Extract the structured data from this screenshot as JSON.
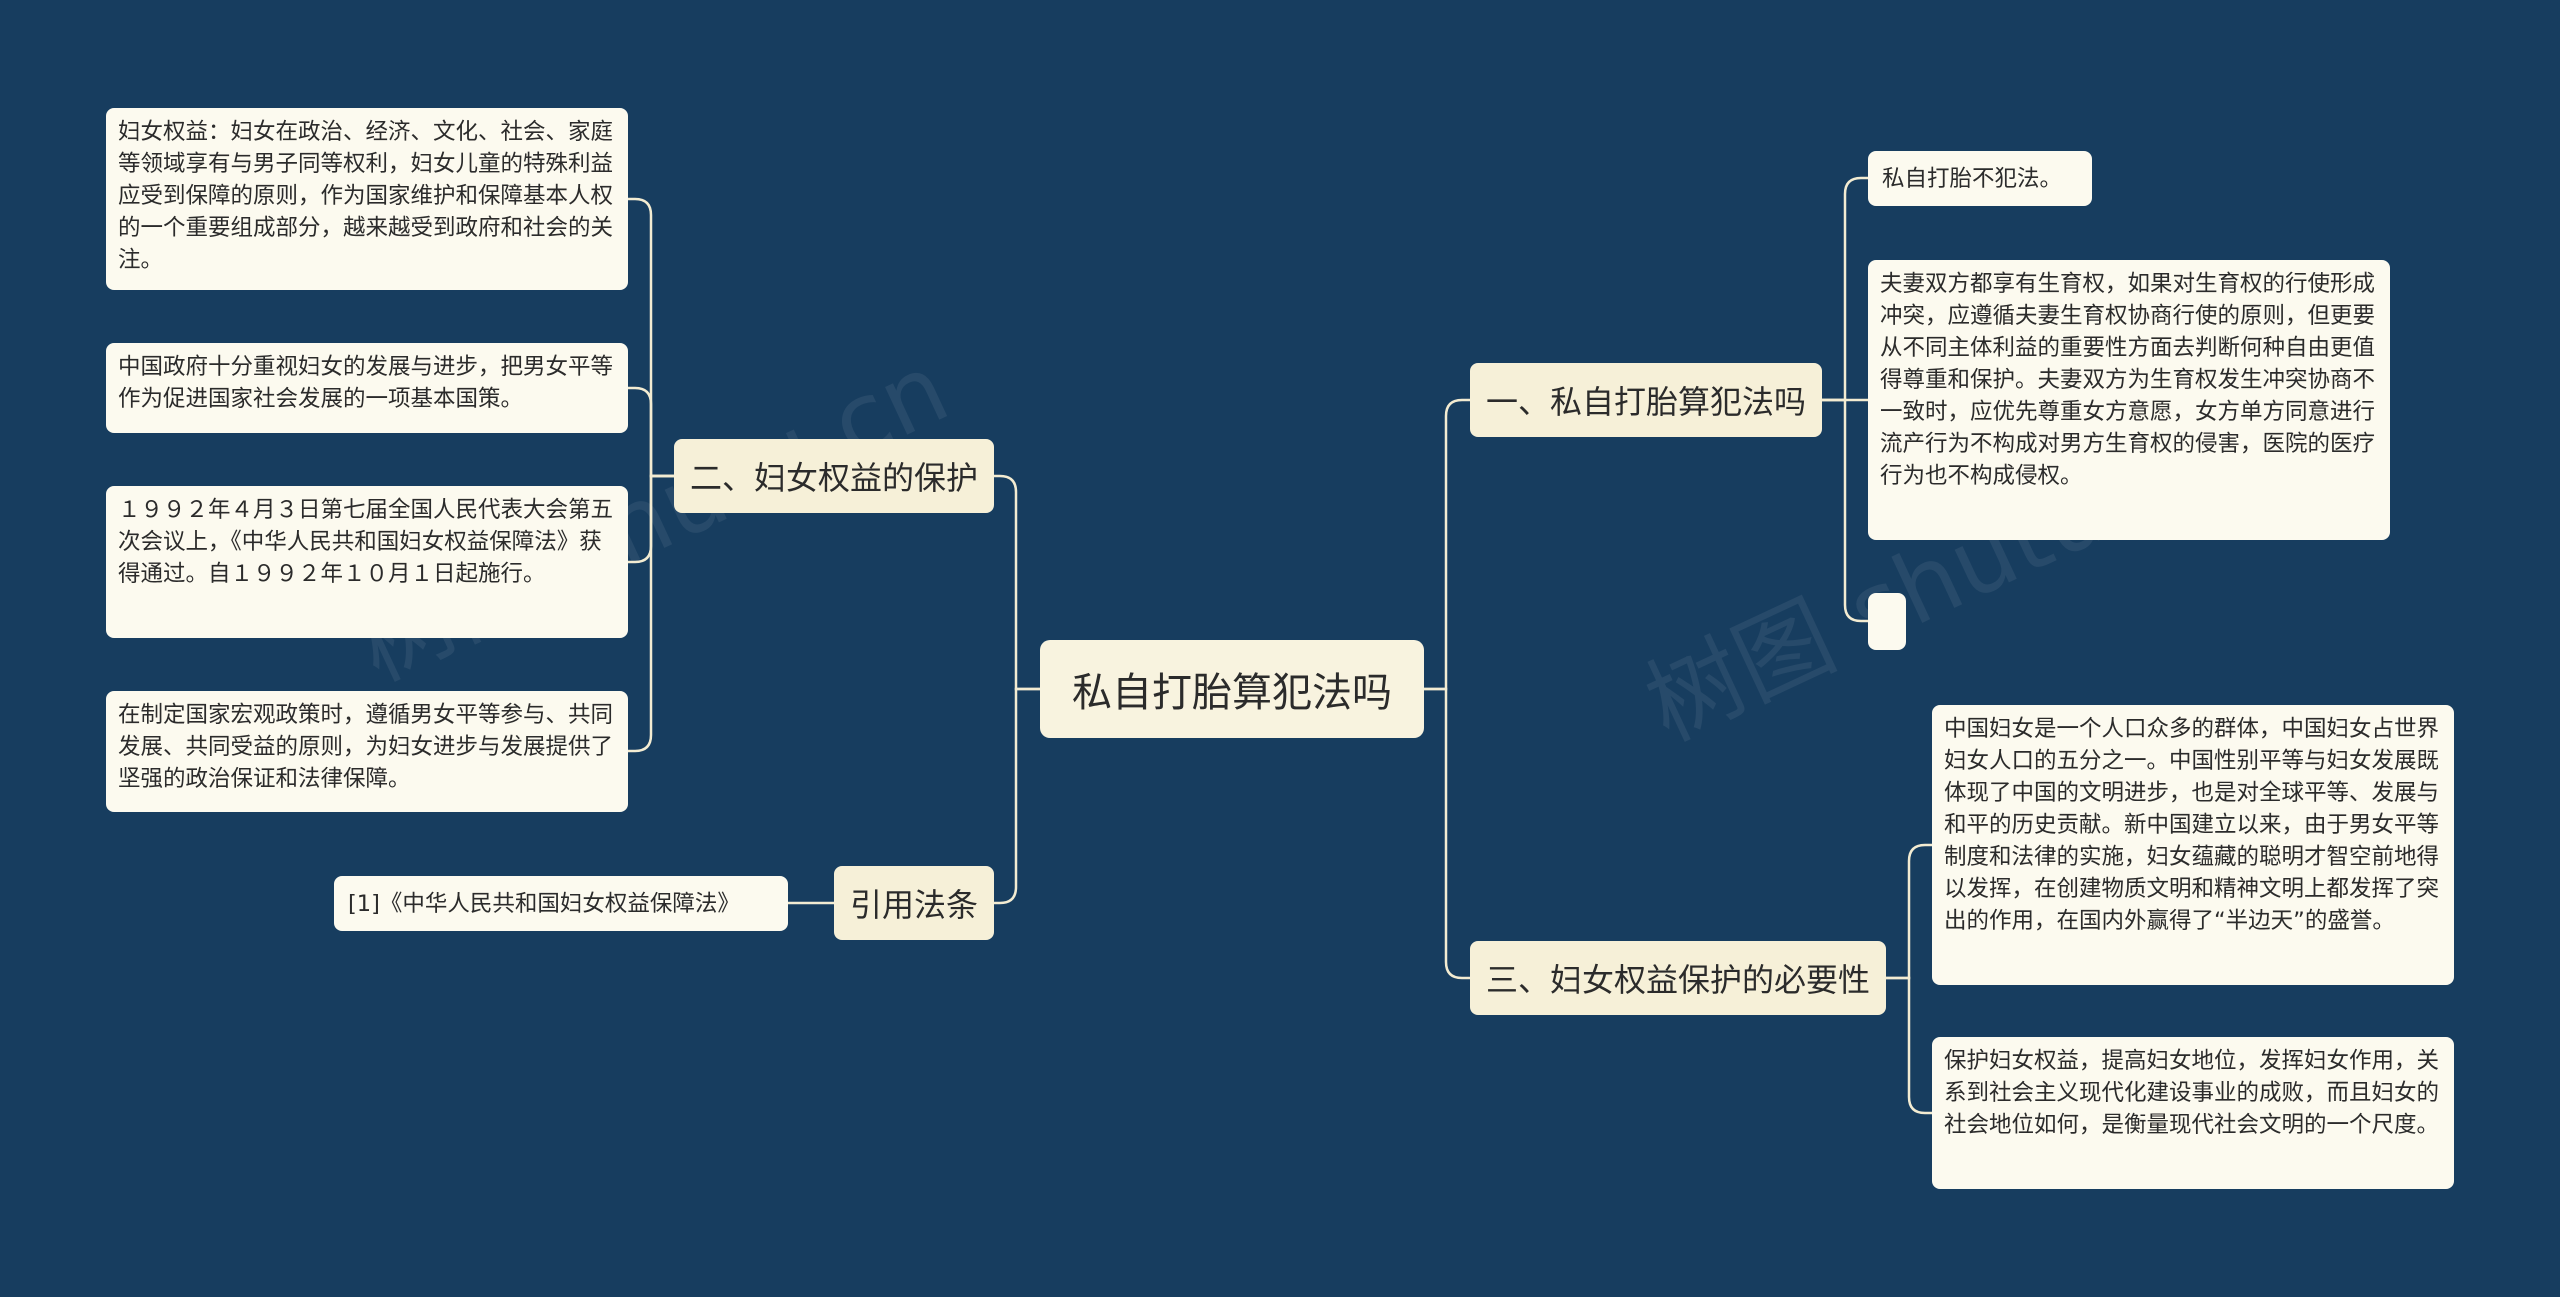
{
  "watermark": "树图 shutu.cn",
  "root": {
    "label": "私自打胎算犯法吗"
  },
  "branches": [
    {
      "label": "一、私自打胎算犯法吗",
      "leaves": [
        "私自打胎不犯法。",
        "夫妻双方都享有生育权，如果对生育权的行使形成冲突，应遵循夫妻生育权协商行使的原则，但更要从不同主体利益的重要性方面去判断何种自由更值得尊重和保护。夫妻双方为生育权发生冲突协商不一致时，应优先尊重女方意愿，女方单方同意进行流产行为不构成对男方生育权的侵害，医院的医疗行为也不构成侵权。",
        ""
      ]
    },
    {
      "label": "三、妇女权益保护的必要性",
      "leaves": [
        "中国妇女是一个人口众多的群体，中国妇女占世界妇女人口的五分之一。中国性别平等与妇女发展既体现了中国的文明进步，也是对全球平等、发展与和平的历史贡献。新中国建立以来，由于男女平等制度和法律的实施，妇女蕴藏的聪明才智空前地得以发挥，在创建物质文明和精神文明上都发挥了突出的作用，在国内外赢得了“半边天”的盛誉。",
        "保护妇女权益，提高妇女地位，发挥妇女作用，关系到社会主义现代化建设事业的成败，而且妇女的社会地位如何，是衡量现代社会文明的一个尺度。"
      ]
    },
    {
      "label": "二、妇女权益的保护",
      "leaves": [
        "妇女权益：妇女在政治、经济、文化、社会、家庭等领域享有与男子同等权利，妇女儿童的特殊利益应受到保障的原则，作为国家维护和保障基本人权的一个重要组成部分，越来越受到政府和社会的关注。",
        "中国政府十分重视妇女的发展与进步，把男女平等作为促进国家社会发展的一项基本国策。",
        "１９９２年４月３日第七届全国人民代表大会第五次会议上，《中华人民共和国妇女权益保障法》获得通过。自１９９２年１０月１日起施行。",
        "在制定国家宏观政策时，遵循男女平等参与、共同发展、共同受益的原则，为妇女进步与发展提供了坚强的政治保证和法律保障。"
      ]
    },
    {
      "label": "引用法条",
      "leaves": [
        "[1]《中华人民共和国妇女权益保障法》"
      ]
    }
  ],
  "colors": {
    "background": "#173d5f",
    "node_fill": "#fcfaef",
    "branch_fill": "#f6f0d8",
    "connector": "#f3ecd2",
    "text": "#2b2b2b"
  }
}
